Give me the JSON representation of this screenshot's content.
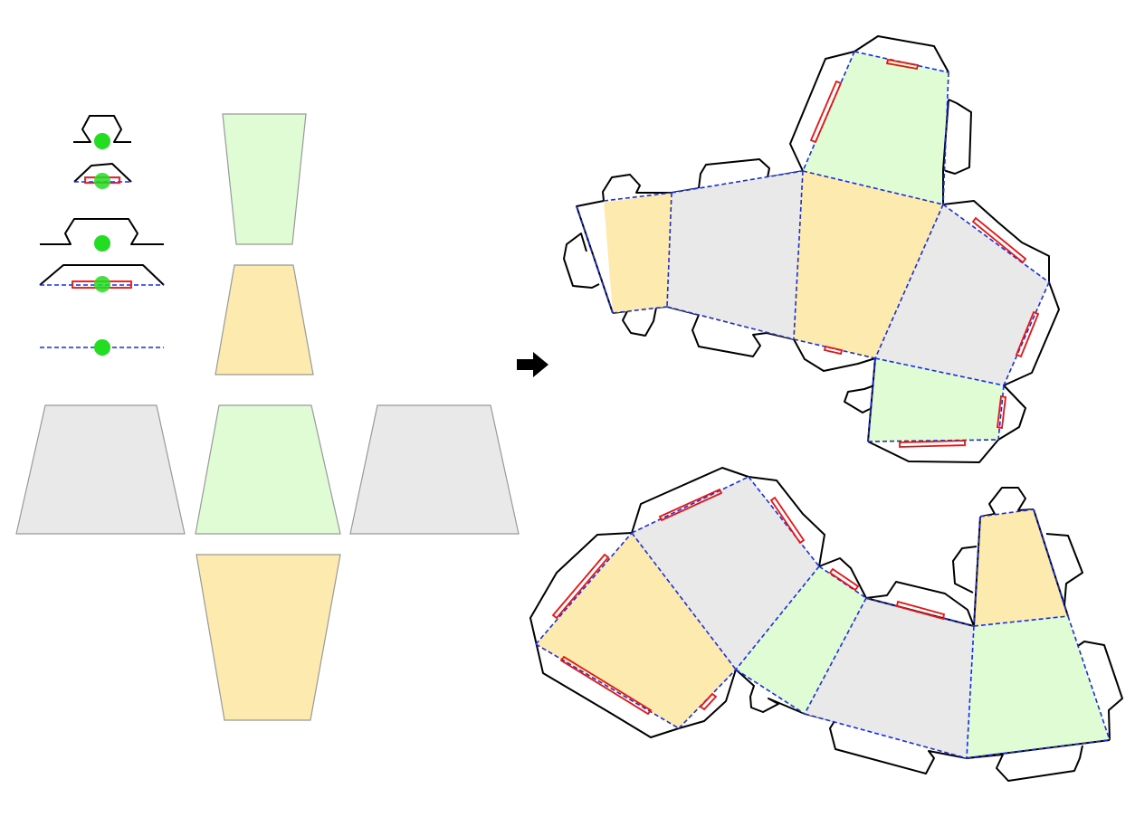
{
  "colors": {
    "background": "#ffffff",
    "face_green": "#e0fcd4",
    "face_yellow": "#fdeaae",
    "face_grey": "#e9e9e9",
    "face_outline": "#999999",
    "cut_line": "#000000",
    "fold_line": "#1a2ee0",
    "glue_strip": "#ee1111",
    "marker_dot": "#22dd22"
  },
  "legend": {
    "items": [
      {
        "name": "small-tab-cut-base",
        "icon": "tab-icon"
      },
      {
        "name": "small-tab-fold-glue",
        "icon": "tab-glue-icon"
      },
      {
        "name": "large-tab-cut-base",
        "icon": "tab-icon"
      },
      {
        "name": "large-tab-fold-glue",
        "icon": "tab-glue-icon"
      },
      {
        "name": "plain-fold-line",
        "icon": "fold-line-icon"
      }
    ]
  },
  "arrow": {
    "icon": "right-arrow-icon"
  }
}
